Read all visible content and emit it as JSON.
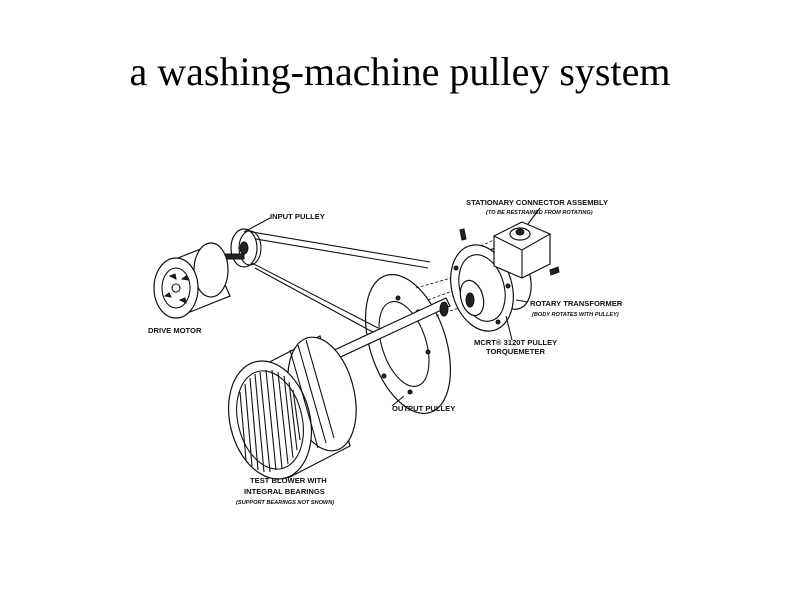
{
  "title": "a washing-machine pulley system",
  "labels": {
    "input_pulley": "INPUT PULLEY",
    "stationary_connector": "STATIONARY CONNECTOR ASSEMBLY",
    "stationary_connector_note": "(TO BE RESTRAINED  FROM ROTATING)",
    "drive_motor": "DRIVE MOTOR",
    "rotary_transformer": "ROTARY TRANSFORMER",
    "rotary_transformer_note": "(BODY ROTATES WITH PULLEY)",
    "mcrt_line1": "MCRT® 3120T PULLEY",
    "mcrt_line2": "TORQUEMETER",
    "output_pulley": "OUTPUT PULLEY",
    "test_blower_line1": "TEST BLOWER WITH",
    "test_blower_line2": "INTEGRAL BEARINGS",
    "test_blower_note": "(SUPPORT BEARINGS NOT SHOWN)"
  }
}
